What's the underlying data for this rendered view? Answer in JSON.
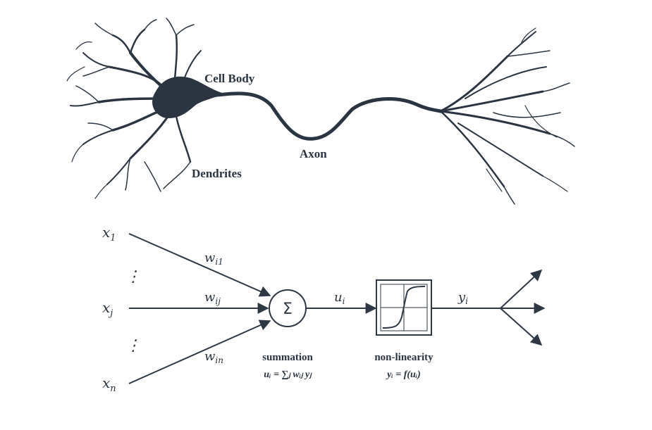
{
  "neuron": {
    "cell_body_label": "Cell Body",
    "axon_label": "Axon",
    "dendrites_label": "Dendrites"
  },
  "model": {
    "inputs": [
      {
        "symbol": "x",
        "sub": "1"
      },
      {
        "symbol": "x",
        "sub": "j"
      },
      {
        "symbol": "x",
        "sub": "n"
      }
    ],
    "weights": [
      {
        "symbol": "w",
        "sub": "i1"
      },
      {
        "symbol": "w",
        "sub": "ij"
      },
      {
        "symbol": "w",
        "sub": "in"
      }
    ],
    "sum_symbol": "Σ",
    "intermediate": {
      "symbol": "u",
      "sub": "i"
    },
    "output": {
      "symbol": "y",
      "sub": "i"
    },
    "summation_label": "summation",
    "summation_formula": "uᵢ = ∑ⱼ wᵢⱼ yⱼ",
    "nonlinearity_label": "non-linearity",
    "nonlinearity_formula": "yᵢ = f(uᵢ)",
    "ellipsis": "⋮"
  },
  "colors": {
    "ink": "#2e3845",
    "background": "#ffffff"
  }
}
